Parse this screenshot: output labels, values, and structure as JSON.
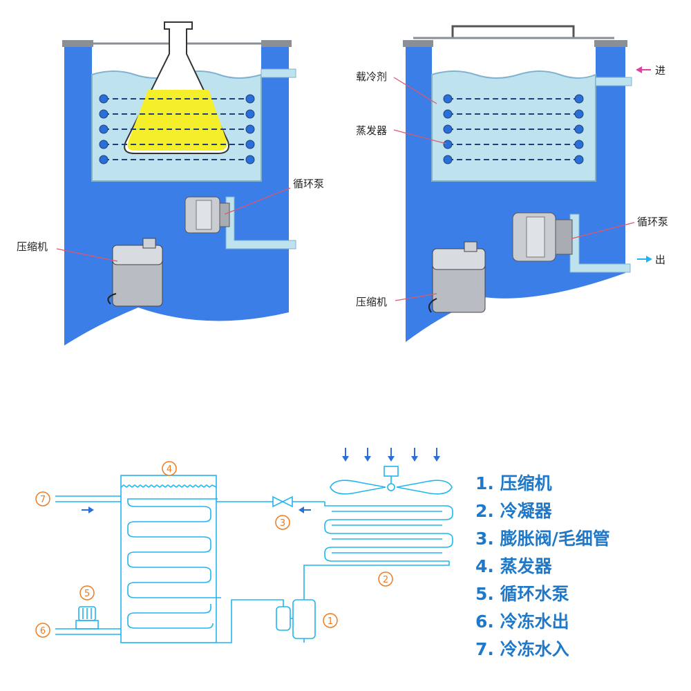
{
  "panel_left": {
    "labels": {
      "pump": "循环泵",
      "compressor": "压缩机"
    }
  },
  "panel_right": {
    "labels": {
      "coolant": "载冷剂",
      "evaporator": "蒸发器",
      "pump": "循环泵",
      "compressor": "压缩机",
      "inlet": "进",
      "outlet": "出"
    }
  },
  "schematic": {
    "markers": [
      "①",
      "②",
      "③",
      "④",
      "⑤",
      "⑥",
      "⑦"
    ],
    "legend": [
      "1. 压缩机",
      "2. 冷凝器",
      "3. 膨胀阀/毛细管",
      "4. 蒸发器",
      "5. 循环水泵",
      "6. 冷冻水出",
      "7. 冷冻水入"
    ]
  },
  "colors": {
    "tank_blue": "#3b7ee8",
    "liquid": "#bfe3ee",
    "pipe_cyan": "#1fb6f0",
    "marker_orange": "#f07a20",
    "legend_blue": "#1f78c8",
    "flask_yellow": "#f5ee2a"
  }
}
